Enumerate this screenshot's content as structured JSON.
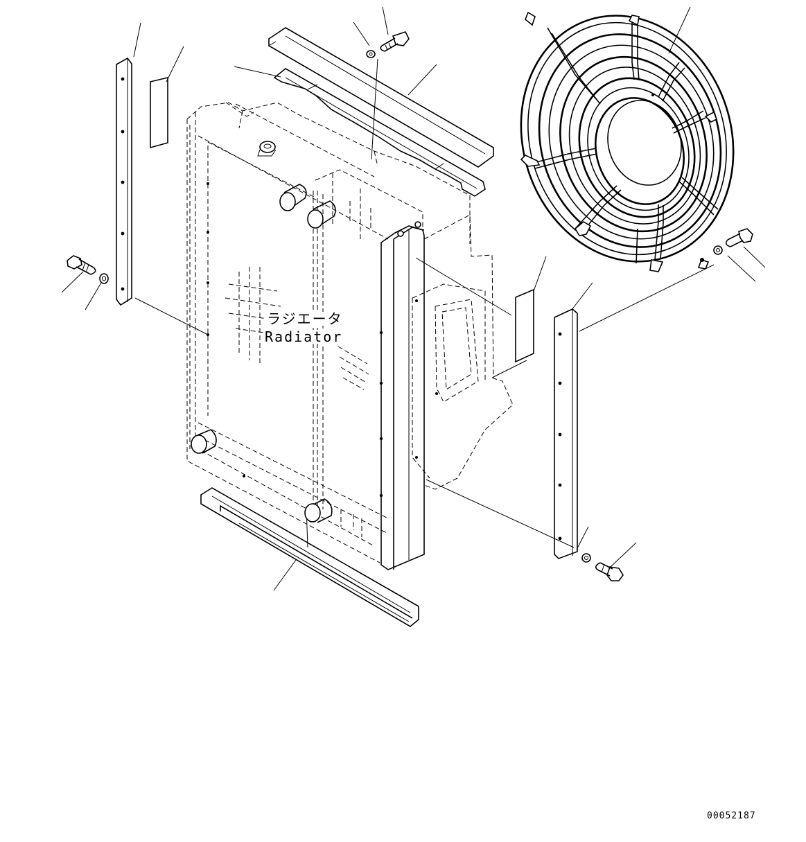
{
  "diagram": {
    "label_japanese": "ラジエータ",
    "label_english": "Radiator",
    "drawing_number": "00052187"
  },
  "parts": [
    {
      "name": "radiator-core",
      "icon": "radiator-icon"
    },
    {
      "name": "fan-guard",
      "icon": "fan-guard-icon"
    },
    {
      "name": "upper-cover",
      "icon": "cover-icon"
    },
    {
      "name": "upper-seal",
      "icon": "seal-icon"
    },
    {
      "name": "lower-cover",
      "icon": "cover-icon"
    },
    {
      "name": "left-bracket",
      "icon": "bracket-icon"
    },
    {
      "name": "right-bracket",
      "icon": "bracket-icon"
    },
    {
      "name": "left-pad",
      "icon": "pad-icon"
    },
    {
      "name": "right-pad",
      "icon": "pad-icon"
    },
    {
      "name": "shroud",
      "icon": "shroud-icon"
    },
    {
      "name": "bolts",
      "icon": "bolt-icon"
    },
    {
      "name": "washers",
      "icon": "washer-icon"
    }
  ]
}
